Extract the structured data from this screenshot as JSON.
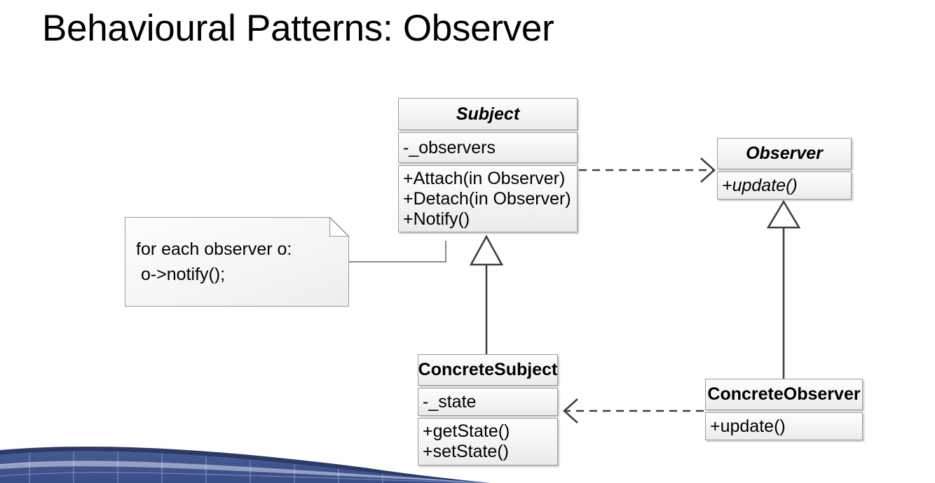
{
  "slide": {
    "title": "Behavioural Patterns: Observer",
    "background_color": "#ffffff"
  },
  "diagram": {
    "type": "uml-class-diagram",
    "classes": [
      {
        "id": "subject",
        "name": "Subject",
        "stereotype": "abstract",
        "attributes": [
          "-_observers"
        ],
        "operations": [
          "+Attach(in Observer)",
          "+Detach(in Observer)",
          "+Notify()"
        ]
      },
      {
        "id": "observer",
        "name": "Observer",
        "stereotype": "abstract",
        "attributes": [],
        "operations": [
          "+update()"
        ]
      },
      {
        "id": "concrete-subject",
        "name": "ConcreteSubject",
        "stereotype": "concrete",
        "attributes": [
          "-_state"
        ],
        "operations": [
          "+getState()",
          "+setState()"
        ]
      },
      {
        "id": "concrete-observer",
        "name": "ConcreteObserver",
        "stereotype": "concrete",
        "attributes": [],
        "operations": [
          "+update()"
        ]
      }
    ],
    "note": {
      "line1": "for each observer o:",
      "line2": " o->notify();",
      "attached_to": "Subject.Notify()"
    },
    "relationships": [
      {
        "from": "Subject",
        "to": "Observer",
        "kind": "dependency",
        "style": "dashed-open-arrow"
      },
      {
        "from": "ConcreteSubject",
        "to": "Subject",
        "kind": "generalization",
        "style": "solid-hollow-triangle"
      },
      {
        "from": "ConcreteObserver",
        "to": "Observer",
        "kind": "generalization",
        "style": "solid-hollow-triangle"
      },
      {
        "from": "ConcreteObserver",
        "to": "ConcreteSubject",
        "kind": "dependency",
        "style": "dashed-open-arrow"
      }
    ],
    "colors": {
      "box_border": "#9a9a9a",
      "box_fill": "#f4f4f4",
      "line": "#404040",
      "text": "#000000"
    }
  },
  "decoration": {
    "wave_dark": "#2b3a68",
    "wave_mid": "#41558f",
    "wave_grid": "#7b8cc4"
  }
}
